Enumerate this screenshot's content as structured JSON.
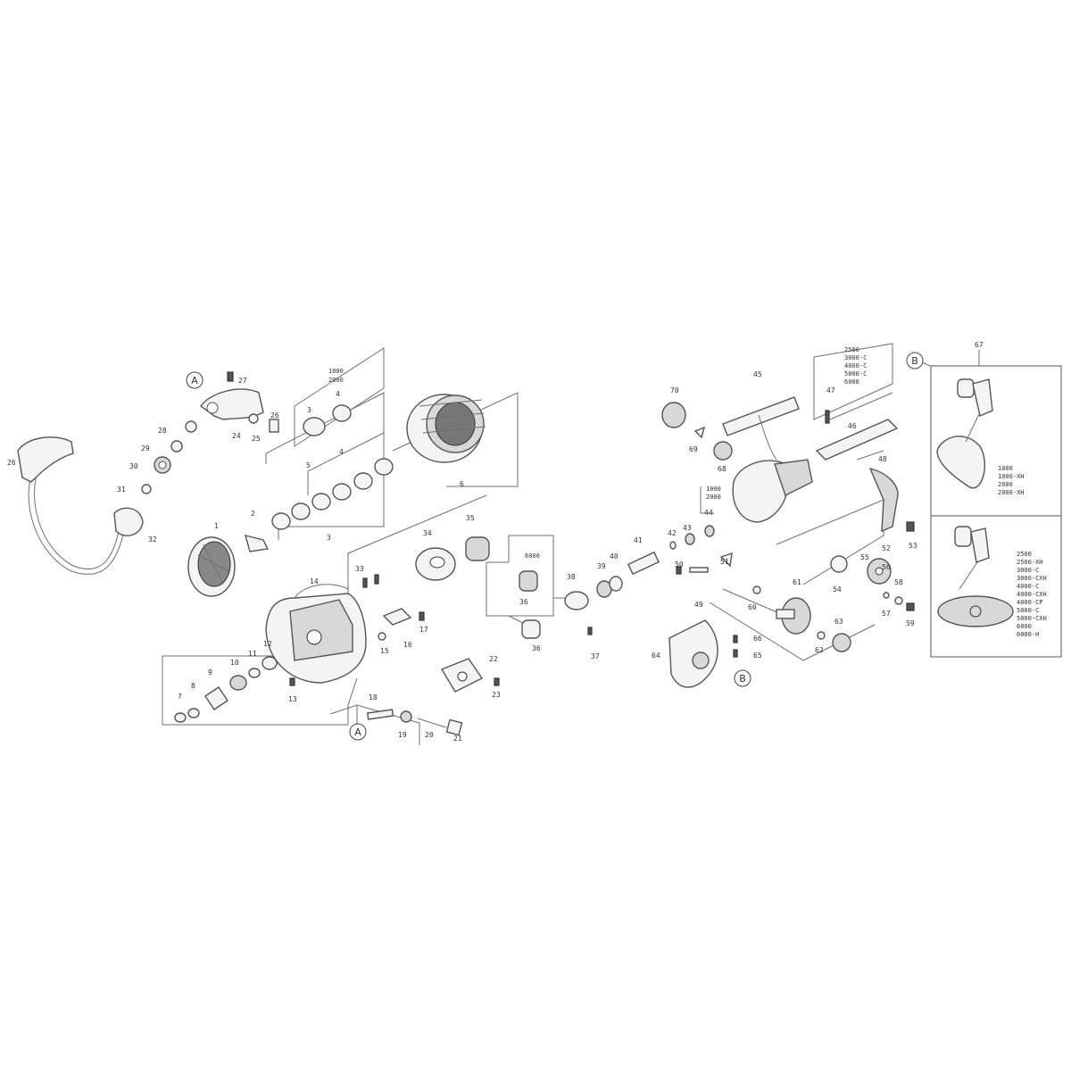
{
  "markers": {
    "A": "A",
    "B": "B"
  },
  "part_numbers": {
    "p1": "1",
    "p2": "2",
    "p3a": "3",
    "p3b": "3",
    "p4a": "4",
    "p4b": "4",
    "p5": "5",
    "p6": "6",
    "p7": "7",
    "p8": "8",
    "p9": "9",
    "p10": "10",
    "p11": "11",
    "p12": "12",
    "p13": "13",
    "p14": "14",
    "p15": "15",
    "p16": "16",
    "p17": "17",
    "p18": "18",
    "p19": "19",
    "p20": "20",
    "p21": "21",
    "p22": "22",
    "p23": "23",
    "p24": "24",
    "p25": "25",
    "p26a": "26",
    "p26b": "26",
    "p27": "27",
    "p28": "28",
    "p29": "29",
    "p30": "30",
    "p31": "31",
    "p32": "32",
    "p33": "33",
    "p34": "34",
    "p35": "35",
    "p36a": "36",
    "p36b": "36",
    "p37": "37",
    "p38": "38",
    "p39": "39",
    "p40": "40",
    "p41": "41",
    "p42": "42",
    "p43": "43",
    "p44": "44",
    "p45": "45",
    "p46": "46",
    "p47": "47",
    "p48": "48",
    "p49": "49",
    "p50": "50",
    "p51": "51",
    "p52": "52",
    "p53": "53",
    "p54": "54",
    "p55": "55",
    "p56": "56",
    "p57": "57",
    "p58": "58",
    "p59": "59",
    "p60": "60",
    "p61": "61",
    "p62": "62",
    "p63": "63",
    "p64": "64",
    "p65": "65",
    "p66": "66",
    "p67": "67",
    "p68": "68",
    "p69": "69",
    "p70": "70"
  },
  "size_notes": {
    "spool_shims": [
      "1000",
      "2000"
    ],
    "bearing_6000": [
      "6000"
    ],
    "shaft_sizes": [
      "1000",
      "2000"
    ],
    "rotor_sizes": [
      "2500",
      "3000-C",
      "4000-C",
      "5000-C",
      "6000"
    ],
    "handle_small": [
      "1000",
      "1000-XH",
      "2000",
      "2000-XH"
    ],
    "handle_large": [
      "2500",
      "2500-XH",
      "3000-C",
      "3000-CXH",
      "4000-C",
      "4000-CXH",
      "4000-CP",
      "5000-C",
      "5000-CXH",
      "6000",
      "6000-H"
    ]
  }
}
